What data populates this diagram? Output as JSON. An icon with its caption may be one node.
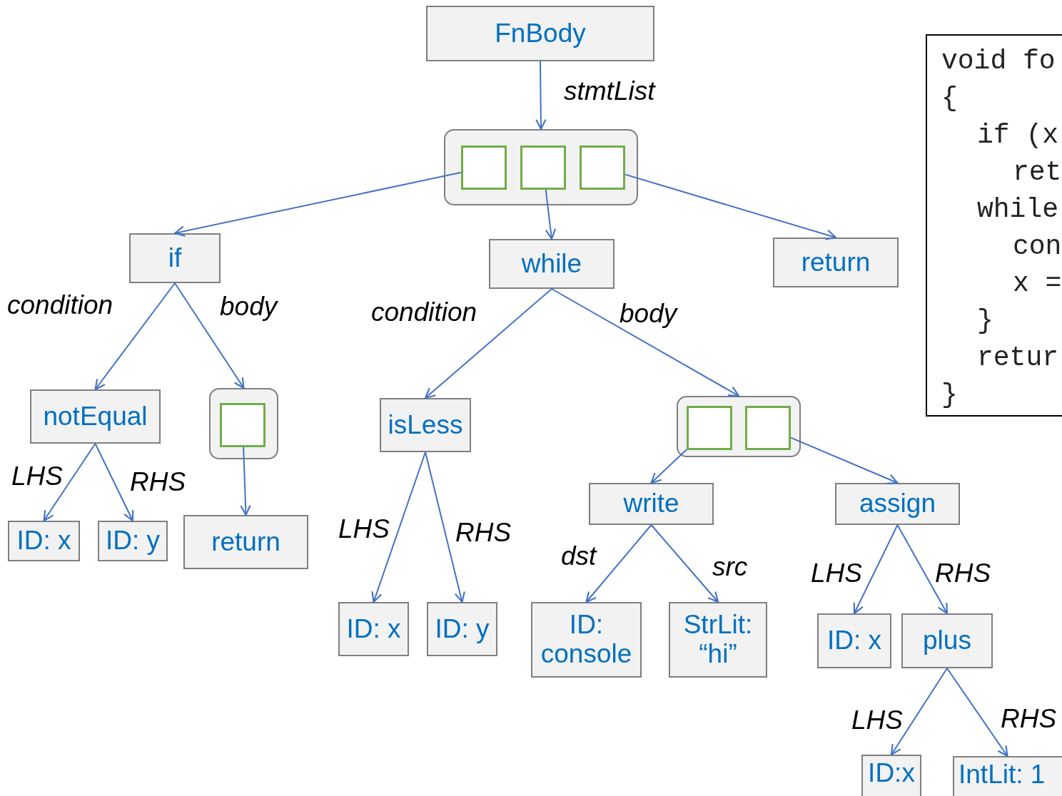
{
  "diagram": {
    "nodes": [
      {
        "text": [
          "FnBody"
        ]
      },
      {
        "text": [],
        "shape": "box"
      },
      {
        "text": [],
        "shape": "box",
        "in": 1
      },
      {
        "text": [],
        "shape": "box",
        "in": 1
      },
      {
        "text": [],
        "shape": "box",
        "in": 1
      },
      {
        "text": [
          "if"
        ]
      },
      {
        "text": [
          "while"
        ]
      },
      {
        "text": [
          "return"
        ]
      },
      {
        "text": [
          "notEqual"
        ]
      },
      {
        "text": [],
        "shape": "box"
      },
      {
        "text": [],
        "shape": "box",
        "in": 9
      },
      {
        "text": [
          "ID: x"
        ]
      },
      {
        "text": [
          "ID: y"
        ]
      },
      {
        "text": [
          "return"
        ]
      },
      {
        "text": [
          "isLess"
        ]
      },
      {
        "text": [],
        "shape": "box"
      },
      {
        "text": [],
        "shape": "box",
        "in": 15
      },
      {
        "text": [],
        "shape": "box",
        "in": 15
      },
      {
        "text": [
          "ID: x"
        ]
      },
      {
        "text": [
          "ID: y"
        ]
      },
      {
        "text": [
          "write"
        ]
      },
      {
        "text": [
          "assign"
        ]
      },
      {
        "text": [
          "ID: console"
        ]
      },
      {
        "text": [
          "StrLit: “hi”"
        ]
      },
      {
        "text": [
          "ID: x"
        ]
      },
      {
        "text": [
          "plus"
        ]
      },
      {
        "text": [
          "ID:x"
        ]
      },
      {
        "text": [
          "IntLit: 1"
        ]
      },
      {
        "text": [
          "void fo",
          "{",
          "if (x",
          "ret",
          "while",
          "con",
          "x =",
          "}",
          "retur",
          "}"
        ]
      }
    ],
    "edges": [
      {
        "from": 0,
        "to": 1,
        "arrow": "to",
        "label": "stmtList"
      },
      {
        "from": 2,
        "to": 5,
        "arrow": "to"
      },
      {
        "from": 3,
        "to": 6,
        "arrow": "to"
      },
      {
        "from": 4,
        "to": 7,
        "arrow": "to"
      },
      {
        "from": 5,
        "to": 8,
        "arrow": "to",
        "label": "condition"
      },
      {
        "from": 5,
        "to": 9,
        "arrow": "to",
        "label": "body"
      },
      {
        "from": 10,
        "to": 13,
        "arrow": "to"
      },
      {
        "from": 8,
        "to": 11,
        "arrow": "to",
        "label": "LHS"
      },
      {
        "from": 8,
        "to": 12,
        "arrow": "to",
        "label": "RHS"
      },
      {
        "from": 6,
        "to": 14,
        "arrow": "to",
        "label": "condition"
      },
      {
        "from": 6,
        "to": 15,
        "arrow": "to",
        "label": "body"
      },
      {
        "from": 14,
        "to": 18,
        "arrow": "to",
        "label": "LHS"
      },
      {
        "from": 14,
        "to": 19,
        "arrow": "to",
        "label": "RHS"
      },
      {
        "from": 16,
        "to": 20,
        "arrow": "to"
      },
      {
        "from": 17,
        "to": 21,
        "arrow": "to"
      },
      {
        "from": 20,
        "to": 22,
        "arrow": "to",
        "label": "dst"
      },
      {
        "from": 20,
        "to": 23,
        "arrow": "to",
        "label": "src"
      },
      {
        "from": 21,
        "to": 24,
        "arrow": "to",
        "label": "LHS"
      },
      {
        "from": 21,
        "to": 25,
        "arrow": "to",
        "label": "RHS"
      },
      {
        "from": 25,
        "to": 26,
        "arrow": "to",
        "label": "LHS"
      },
      {
        "from": 25,
        "to": 27,
        "arrow": "to",
        "label": "RHS"
      }
    ]
  }
}
